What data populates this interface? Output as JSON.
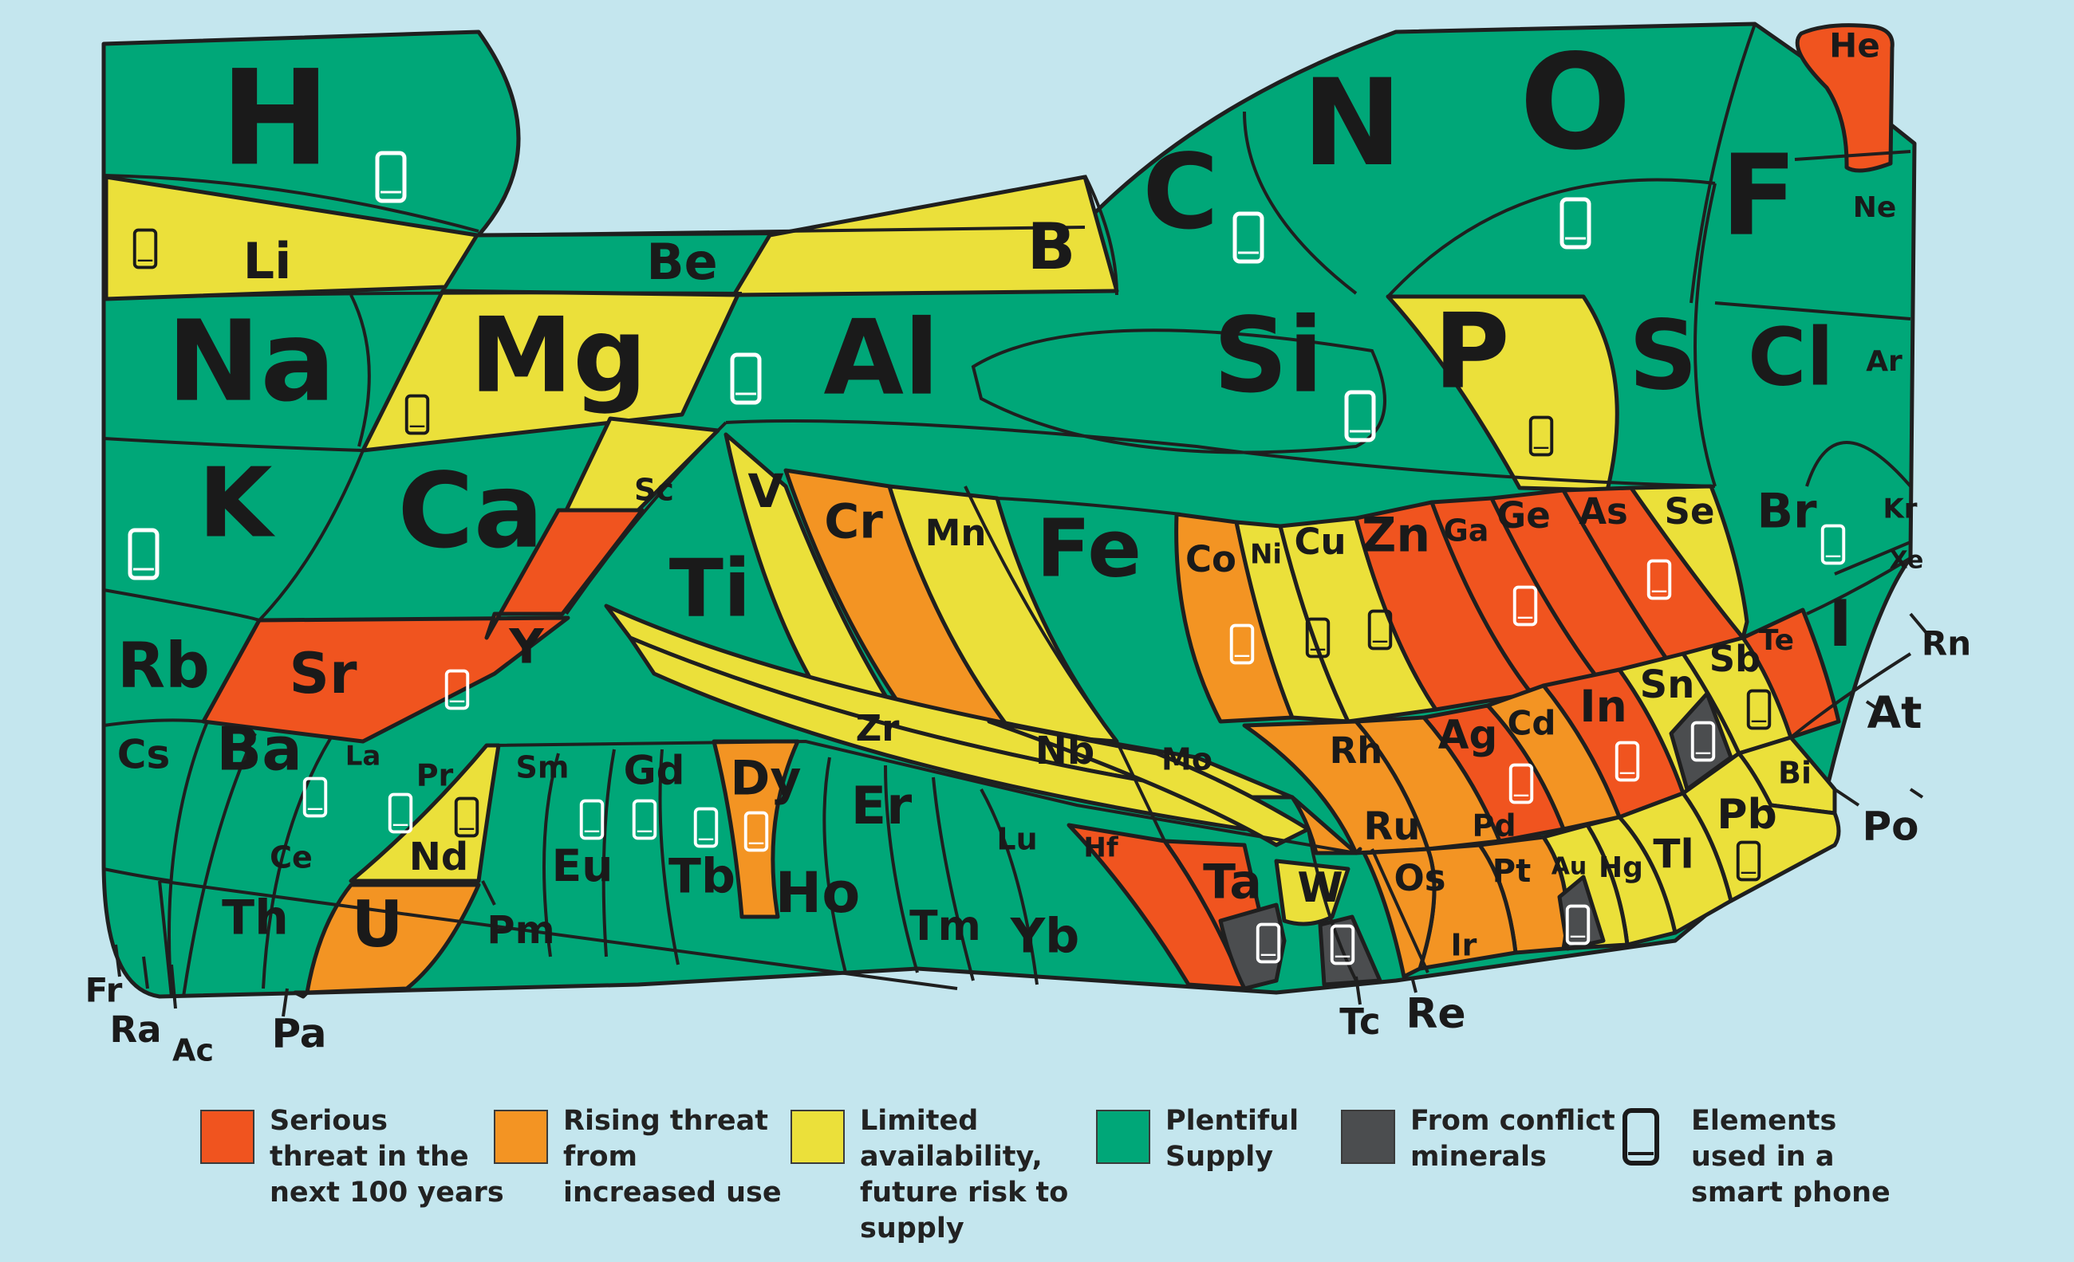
{
  "palette": {
    "serious": "#f0541f",
    "rising": "#f39423",
    "limited": "#ebe03a",
    "plentiful": "#00a778",
    "conflict": "#4b4d4f",
    "background": "#c4e6ee"
  },
  "legend": [
    {
      "key": "serious",
      "lines": [
        "Serious",
        "threat in the",
        "next 100 years"
      ]
    },
    {
      "key": "rising",
      "lines": [
        "Rising threat",
        "from",
        "increased use"
      ]
    },
    {
      "key": "limited",
      "lines": [
        "Limited",
        "availability,",
        "future risk to",
        "supply"
      ]
    },
    {
      "key": "plentiful",
      "lines": [
        "Plentiful",
        "Supply"
      ]
    },
    {
      "key": "conflict",
      "lines": [
        "From conflict",
        "minerals"
      ]
    },
    {
      "key": "phone",
      "lines": [
        "Elements",
        "used in a",
        "smart phone"
      ]
    }
  ],
  "elements": [
    {
      "sym": "H",
      "cat": "plentiful",
      "phone": true
    },
    {
      "sym": "He",
      "cat": "serious",
      "phone": false
    },
    {
      "sym": "Li",
      "cat": "limited",
      "phone": true
    },
    {
      "sym": "Be",
      "cat": "plentiful",
      "phone": false
    },
    {
      "sym": "B",
      "cat": "limited",
      "phone": false
    },
    {
      "sym": "C",
      "cat": "plentiful",
      "phone": true
    },
    {
      "sym": "N",
      "cat": "plentiful",
      "phone": false
    },
    {
      "sym": "O",
      "cat": "plentiful",
      "phone": true
    },
    {
      "sym": "F",
      "cat": "plentiful",
      "phone": false
    },
    {
      "sym": "Ne",
      "cat": "plentiful",
      "phone": false
    },
    {
      "sym": "Na",
      "cat": "plentiful",
      "phone": false
    },
    {
      "sym": "Mg",
      "cat": "limited",
      "phone": true
    },
    {
      "sym": "Al",
      "cat": "plentiful",
      "phone": true
    },
    {
      "sym": "Si",
      "cat": "plentiful",
      "phone": true
    },
    {
      "sym": "P",
      "cat": "limited",
      "phone": true
    },
    {
      "sym": "S",
      "cat": "plentiful",
      "phone": false
    },
    {
      "sym": "Cl",
      "cat": "plentiful",
      "phone": false
    },
    {
      "sym": "Ar",
      "cat": "plentiful",
      "phone": false
    },
    {
      "sym": "K",
      "cat": "plentiful",
      "phone": true
    },
    {
      "sym": "Ca",
      "cat": "plentiful",
      "phone": false
    },
    {
      "sym": "Sc",
      "cat": "limited",
      "phone": false
    },
    {
      "sym": "Ti",
      "cat": "plentiful",
      "phone": false
    },
    {
      "sym": "V",
      "cat": "limited",
      "phone": false
    },
    {
      "sym": "Cr",
      "cat": "rising",
      "phone": false
    },
    {
      "sym": "Mn",
      "cat": "limited",
      "phone": false
    },
    {
      "sym": "Fe",
      "cat": "plentiful",
      "phone": false
    },
    {
      "sym": "Co",
      "cat": "rising",
      "phone": true
    },
    {
      "sym": "Ni",
      "cat": "limited",
      "phone": true
    },
    {
      "sym": "Cu",
      "cat": "limited",
      "phone": true
    },
    {
      "sym": "Zn",
      "cat": "serious",
      "phone": false
    },
    {
      "sym": "Ga",
      "cat": "serious",
      "phone": true
    },
    {
      "sym": "Ge",
      "cat": "serious",
      "phone": false
    },
    {
      "sym": "As",
      "cat": "serious",
      "phone": true
    },
    {
      "sym": "Se",
      "cat": "limited",
      "phone": false
    },
    {
      "sym": "Br",
      "cat": "plentiful",
      "phone": true
    },
    {
      "sym": "Kr",
      "cat": "plentiful",
      "phone": false
    },
    {
      "sym": "Rb",
      "cat": "plentiful",
      "phone": false
    },
    {
      "sym": "Sr",
      "cat": "serious",
      "phone": false
    },
    {
      "sym": "Y",
      "cat": "serious",
      "phone": true
    },
    {
      "sym": "Zr",
      "cat": "limited",
      "phone": false
    },
    {
      "sym": "Nb",
      "cat": "limited",
      "phone": false
    },
    {
      "sym": "Mo",
      "cat": "limited",
      "phone": false
    },
    {
      "sym": "Tc",
      "cat": "plentiful",
      "phone": false
    },
    {
      "sym": "Ru",
      "cat": "rising",
      "phone": false
    },
    {
      "sym": "Rh",
      "cat": "rising",
      "phone": false
    },
    {
      "sym": "Pd",
      "cat": "rising",
      "phone": false
    },
    {
      "sym": "Ag",
      "cat": "serious",
      "phone": true
    },
    {
      "sym": "Cd",
      "cat": "rising",
      "phone": false
    },
    {
      "sym": "In",
      "cat": "serious",
      "phone": true
    },
    {
      "sym": "Sn",
      "cat": "limited",
      "phone": false
    },
    {
      "sym": "Sb",
      "cat": "limited",
      "phone": true
    },
    {
      "sym": "Te",
      "cat": "serious",
      "phone": false
    },
    {
      "sym": "I",
      "cat": "plentiful",
      "phone": false
    },
    {
      "sym": "Xe",
      "cat": "plentiful",
      "phone": false
    },
    {
      "sym": "Cs",
      "cat": "plentiful",
      "phone": false
    },
    {
      "sym": "Ba",
      "cat": "plentiful",
      "phone": false
    },
    {
      "sym": "La",
      "cat": "plentiful",
      "phone": true
    },
    {
      "sym": "Ce",
      "cat": "plentiful",
      "phone": false
    },
    {
      "sym": "Pr",
      "cat": "plentiful",
      "phone": true
    },
    {
      "sym": "Nd",
      "cat": "limited",
      "phone": true
    },
    {
      "sym": "Pm",
      "cat": "plentiful",
      "phone": false
    },
    {
      "sym": "Sm",
      "cat": "plentiful",
      "phone": false
    },
    {
      "sym": "Eu",
      "cat": "plentiful",
      "phone": true
    },
    {
      "sym": "Gd",
      "cat": "plentiful",
      "phone": true
    },
    {
      "sym": "Tb",
      "cat": "plentiful",
      "phone": true
    },
    {
      "sym": "Dy",
      "cat": "rising",
      "phone": true
    },
    {
      "sym": "Ho",
      "cat": "plentiful",
      "phone": false
    },
    {
      "sym": "Er",
      "cat": "plentiful",
      "phone": false
    },
    {
      "sym": "Tm",
      "cat": "plentiful",
      "phone": false
    },
    {
      "sym": "Yb",
      "cat": "plentiful",
      "phone": false
    },
    {
      "sym": "Lu",
      "cat": "plentiful",
      "phone": false
    },
    {
      "sym": "Hf",
      "cat": "serious",
      "phone": false
    },
    {
      "sym": "Ta",
      "cat": "serious",
      "phone": true
    },
    {
      "sym": "W",
      "cat": "limited",
      "phone": true
    },
    {
      "sym": "Re",
      "cat": "plentiful",
      "phone": false
    },
    {
      "sym": "Os",
      "cat": "rising",
      "phone": false
    },
    {
      "sym": "Ir",
      "cat": "rising",
      "phone": false
    },
    {
      "sym": "Pt",
      "cat": "rising",
      "phone": false
    },
    {
      "sym": "Au",
      "cat": "limited",
      "phone": true
    },
    {
      "sym": "Hg",
      "cat": "limited",
      "phone": false
    },
    {
      "sym": "Tl",
      "cat": "limited",
      "phone": false
    },
    {
      "sym": "Pb",
      "cat": "limited",
      "phone": true
    },
    {
      "sym": "Bi",
      "cat": "limited",
      "phone": false
    },
    {
      "sym": "Po",
      "cat": "plentiful",
      "phone": false
    },
    {
      "sym": "At",
      "cat": "plentiful",
      "phone": false
    },
    {
      "sym": "Rn",
      "cat": "plentiful",
      "phone": false
    },
    {
      "sym": "Fr",
      "cat": "plentiful",
      "phone": false
    },
    {
      "sym": "Ra",
      "cat": "plentiful",
      "phone": false
    },
    {
      "sym": "Ac",
      "cat": "plentiful",
      "phone": false
    },
    {
      "sym": "Th",
      "cat": "plentiful",
      "phone": false
    },
    {
      "sym": "Pa",
      "cat": "plentiful",
      "phone": false
    },
    {
      "sym": "U",
      "cat": "rising",
      "phone": false
    }
  ]
}
